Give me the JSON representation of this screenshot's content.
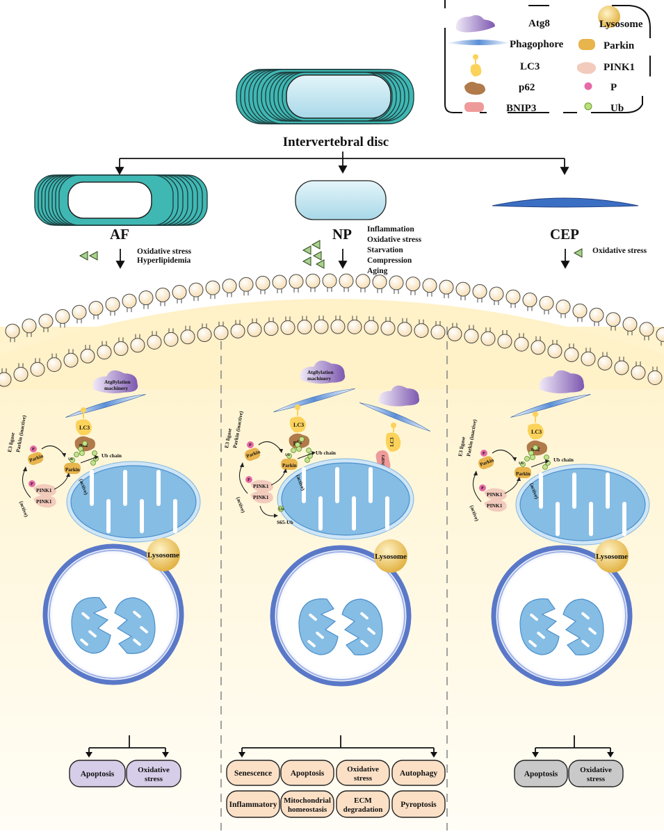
{
  "legend": {
    "items": [
      {
        "key": "atg8",
        "label": "Atg8"
      },
      {
        "key": "lysosome",
        "label": "Lysosome"
      },
      {
        "key": "phagophore",
        "label": "Phagophore"
      },
      {
        "key": "parkin",
        "label": "Parkin"
      },
      {
        "key": "lc3",
        "label": "LC3"
      },
      {
        "key": "pink1",
        "label": "PINK1"
      },
      {
        "key": "p62",
        "label": "p62"
      },
      {
        "key": "p",
        "label": "P"
      },
      {
        "key": "bnip3",
        "label": "BNIP3"
      },
      {
        "key": "ub",
        "label": "Ub"
      }
    ]
  },
  "disc": {
    "title": "Intervertebral disc"
  },
  "regions": {
    "af": {
      "label": "AF",
      "stimuli": [
        "Oxidative stress",
        "Hyperlipidemia"
      ]
    },
    "np": {
      "label": "NP",
      "stimuli": [
        "Inflammation",
        "Oxidative stress",
        "Starvation",
        "Compression",
        "Aging"
      ]
    },
    "cep": {
      "label": "CEP",
      "stimuli": [
        "Oxidative stress"
      ]
    }
  },
  "cell_labels": {
    "atg8ylation": "Atg8ylation machinery",
    "lc3": "LC3",
    "p62": "p62",
    "ub_chain": "Ub chain",
    "parkin": "Parkin",
    "parkin_inactive": "Parkin (inactive)",
    "e3_ligase": "E3 ligase",
    "active": "(active)",
    "pink1": "PINK1",
    "p": "P",
    "ub": "Ub",
    "bnip3": "BNIP3",
    "s65_ub": "S65-Ub",
    "lysosome": "Lysosome"
  },
  "outcomes": {
    "af": [
      [
        "Apoptosis"
      ],
      [
        "Oxidative",
        "stress"
      ]
    ],
    "np": [
      [
        "Senescence"
      ],
      [
        "Apoptosis"
      ],
      [
        "Oxidative",
        "stress"
      ],
      [
        "Autophagy"
      ],
      [
        "Inflammatory"
      ],
      [
        "Mitochondrial",
        "homeostasis"
      ],
      [
        "ECM",
        "degradation"
      ],
      [
        "Pyroptosis"
      ]
    ],
    "cep": [
      [
        "Apoptosis"
      ],
      [
        "Oxidative",
        "stress"
      ]
    ]
  },
  "colors": {
    "teal": "#3fb8b4",
    "disc_blue": "#bfe3ee",
    "mito_blue": "#8fc3e6",
    "mito_dark": "#3a86c8",
    "af_box": "#d6cde8",
    "np_box": "#fbe0c6",
    "cep_box": "#c9c9c9",
    "cell_bg": "#fff5d4",
    "lipid_head": "#fff3dc",
    "lc3": "#fbd25a",
    "p62": "#b07a4a",
    "parkin": "#e8b44c",
    "pink1": "#f2cbbd",
    "p": "#e76aa6",
    "ub": "#8cc63f",
    "bnip3": "#ef9a9a",
    "atg8": "#9a7cc0"
  }
}
